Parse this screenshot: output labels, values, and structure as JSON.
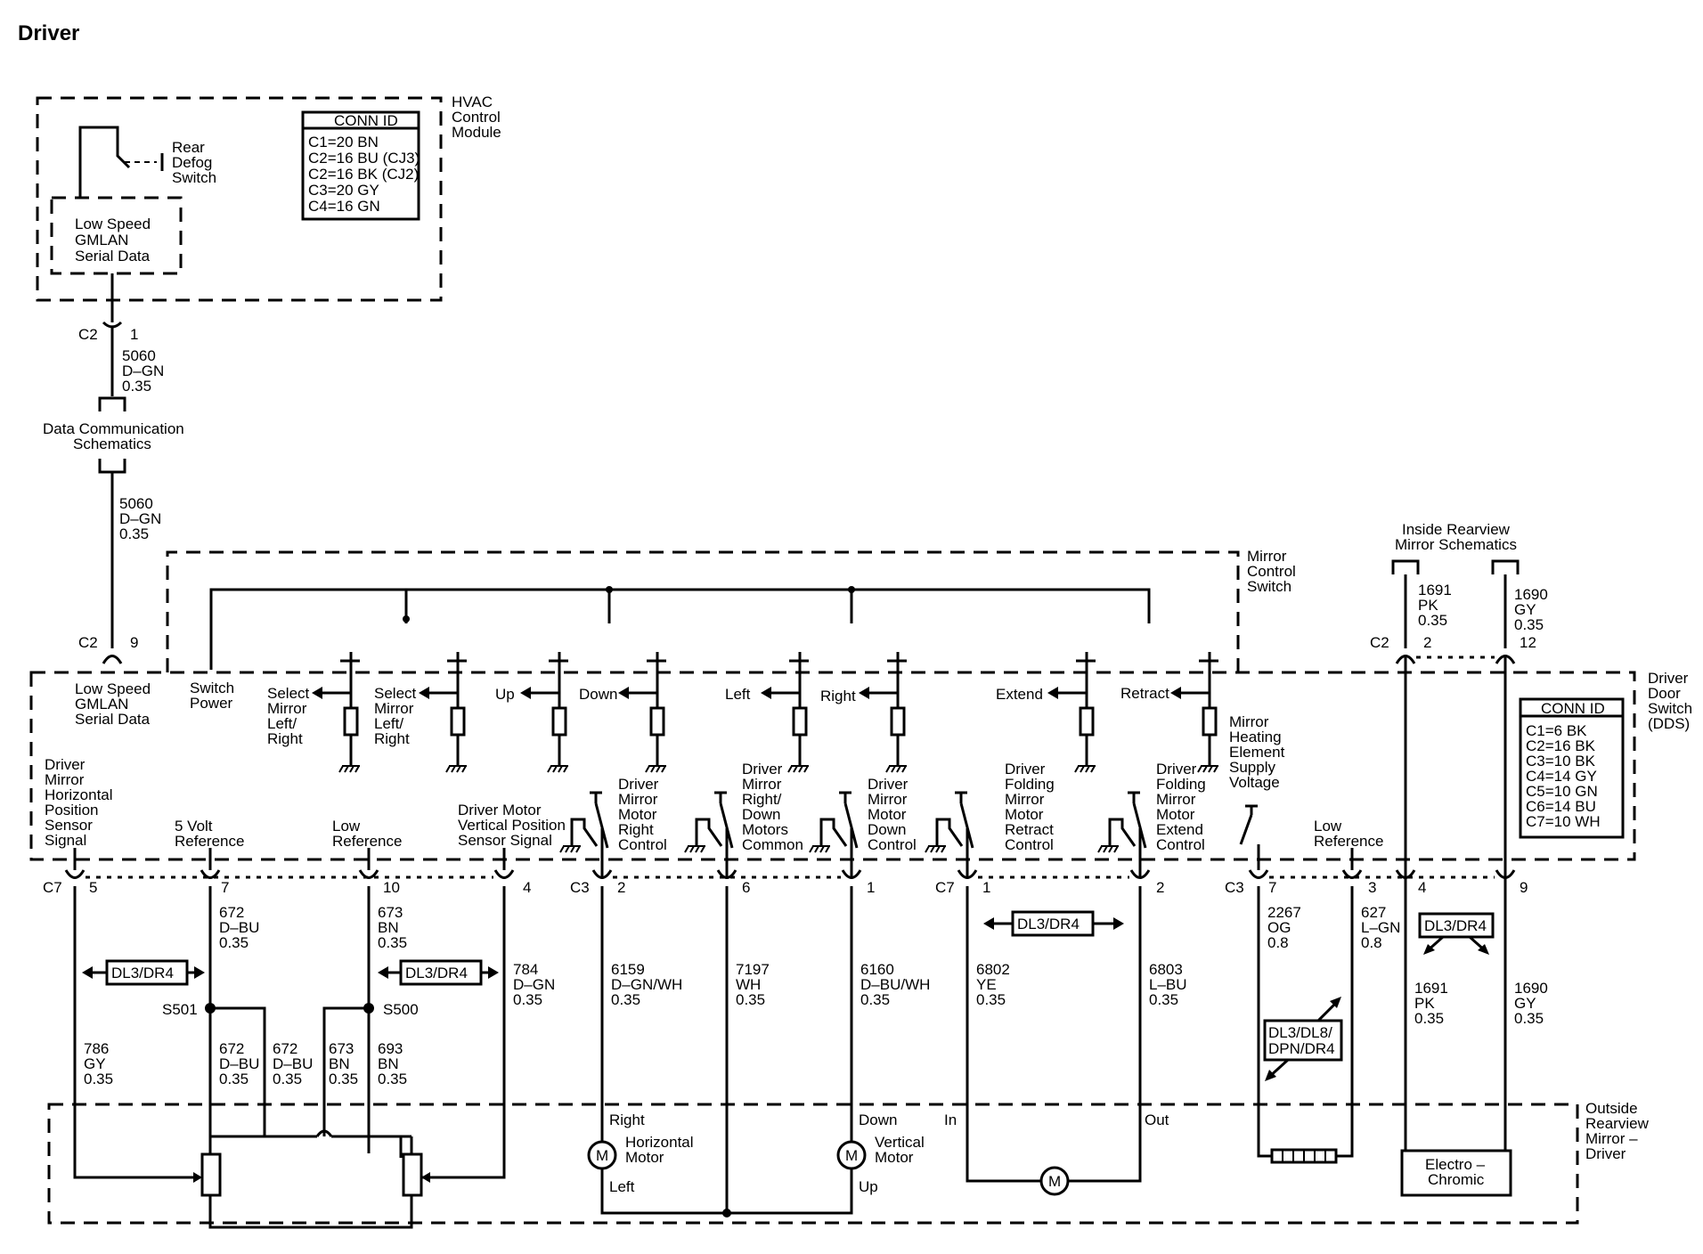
{
  "title": "Driver",
  "hvac": {
    "name": [
      "HVAC",
      "Control",
      "Module"
    ],
    "switch": [
      "Rear",
      "Defog",
      "Switch"
    ],
    "gmlan": [
      "Low Speed",
      "GMLAN",
      "Serial Data"
    ],
    "conn_header": "CONN ID",
    "conn_rows": [
      "C1=20 BN",
      "C2=16 BU (CJ3)",
      "C2=16 BK (CJ2)",
      "C3=20 GY",
      "C4=16 GN"
    ]
  },
  "c2_top": {
    "conn": "C2",
    "pin": "1",
    "wire": [
      "5060",
      "D–GN",
      "0.35"
    ]
  },
  "data_comm": [
    "Data Communication",
    "Schematics"
  ],
  "c2_lower_wire": [
    "5060",
    "D–GN",
    "0.35"
  ],
  "c2_bottom": {
    "conn": "C2",
    "pin": "9"
  },
  "mirror_switch": [
    "Mirror",
    "Control",
    "Switch"
  ],
  "inside_rearview": [
    "Inside Rearview",
    "Mirror Schematics"
  ],
  "inside_wire_1": [
    "1691",
    "PK",
    "0.35"
  ],
  "inside_wire_2": [
    "1690",
    "GY",
    "0.35"
  ],
  "dds_conn_c2": "C2",
  "dds_pins_top": [
    "2",
    "12"
  ],
  "dds": {
    "name": [
      "Driver",
      "Door",
      "Switch",
      "(DDS)"
    ],
    "gmlan": [
      "Low Speed",
      "GMLAN",
      "Serial Data"
    ],
    "switch_power": [
      "Switch",
      "Power"
    ],
    "conn_header": "CONN ID",
    "conn_rows": [
      "C1=6 BK",
      "C2=16 BK",
      "C3=10 BK",
      "C4=14 GY",
      "C5=10 GN",
      "C6=14 BU",
      "C7=10 WH"
    ],
    "switch_labels": {
      "sel1": [
        "Select",
        "Mirror",
        "Left/",
        "Right"
      ],
      "sel2": [
        "Select",
        "Mirror",
        "Left/",
        "Right"
      ],
      "up": "Up",
      "down": "Down",
      "left": "Left",
      "right": "Right",
      "extend": "Extend",
      "retract": "Retract"
    },
    "heating": [
      "Mirror",
      "Heating",
      "Element",
      "Supply",
      "Voltage"
    ],
    "sensor_h": [
      "Driver",
      "Mirror",
      "Horizontal",
      "Position",
      "Sensor",
      "Signal"
    ],
    "ref5v": [
      "5 Volt",
      "Reference"
    ],
    "lowref": [
      "Low",
      "Reference"
    ],
    "sensor_v": [
      "Driver Motor",
      "Vertical Position",
      "Sensor Signal"
    ],
    "mot_right": [
      "Driver",
      "Mirror",
      "Motor",
      "Right",
      "Control"
    ],
    "mot_common": [
      "Driver",
      "Mirror",
      "Right/",
      "Down",
      "Motors",
      "Common"
    ],
    "mot_down": [
      "Driver",
      "Mirror",
      "Motor",
      "Down",
      "Control"
    ],
    "fold_retract": [
      "Driver",
      "Folding",
      "Mirror",
      "Motor",
      "Retract",
      "Control"
    ],
    "fold_extend": [
      "Driver",
      "Folding",
      "Mirror",
      "Motor",
      "Extend",
      "Control"
    ],
    "lowref2": [
      "Low",
      "Reference"
    ]
  },
  "pins": {
    "c7": "C7",
    "c3": "C3",
    "p5": "5",
    "p7": "7",
    "p10": "10",
    "p4": "4",
    "p2": "2",
    "p6": "6",
    "p1": "1",
    "p1b": "1",
    "p2b": "2",
    "p7b": "7",
    "p3": "3",
    "p4b": "4",
    "p9": "9"
  },
  "wires": {
    "w672": [
      "672",
      "D–BU",
      "0.35"
    ],
    "w673": [
      "673",
      "BN",
      "0.35"
    ],
    "w786": [
      "786",
      "GY",
      "0.35"
    ],
    "w784": [
      "784",
      "D–GN",
      "0.35"
    ],
    "w672a": [
      "672",
      "D–BU",
      "0.35"
    ],
    "w672b": [
      "672",
      "D–BU",
      "0.35"
    ],
    "w673b": [
      "673",
      "BN",
      "0.35"
    ],
    "w693": [
      "693",
      "BN",
      "0.35"
    ],
    "w6159": [
      "6159",
      "D–GN/WH",
      "0.35"
    ],
    "w7197": [
      "7197",
      "WH",
      "0.35"
    ],
    "w6160": [
      "6160",
      "D–BU/WH",
      "0.35"
    ],
    "w6802": [
      "6802",
      "YE",
      "0.35"
    ],
    "w6803": [
      "6803",
      "L–BU",
      "0.35"
    ],
    "w2267": [
      "2267",
      "OG",
      "0.8"
    ],
    "w627": [
      "627",
      "L–GN",
      "0.8"
    ],
    "w1691": [
      "1691",
      "PK",
      "0.35"
    ],
    "w1690": [
      "1690",
      "GY",
      "0.35"
    ]
  },
  "splices": {
    "s501": "S501",
    "s500": "S500"
  },
  "options": {
    "dl3dr4": "DL3/DR4",
    "dl_multi": [
      "DL3/DL8/",
      "DPN/DR4"
    ]
  },
  "outside_mirror": {
    "name": [
      "Outside",
      "Rearview",
      "Mirror –",
      "Driver"
    ],
    "h_motor": [
      "Horizontal",
      "Motor"
    ],
    "v_motor": [
      "Vertical",
      "Motor"
    ],
    "right": "Right",
    "left": "Left",
    "down": "Down",
    "up": "Up",
    "in": "In",
    "out": "Out",
    "motor_symbol": "M",
    "electro": [
      "Electro –",
      "Chromic"
    ]
  }
}
